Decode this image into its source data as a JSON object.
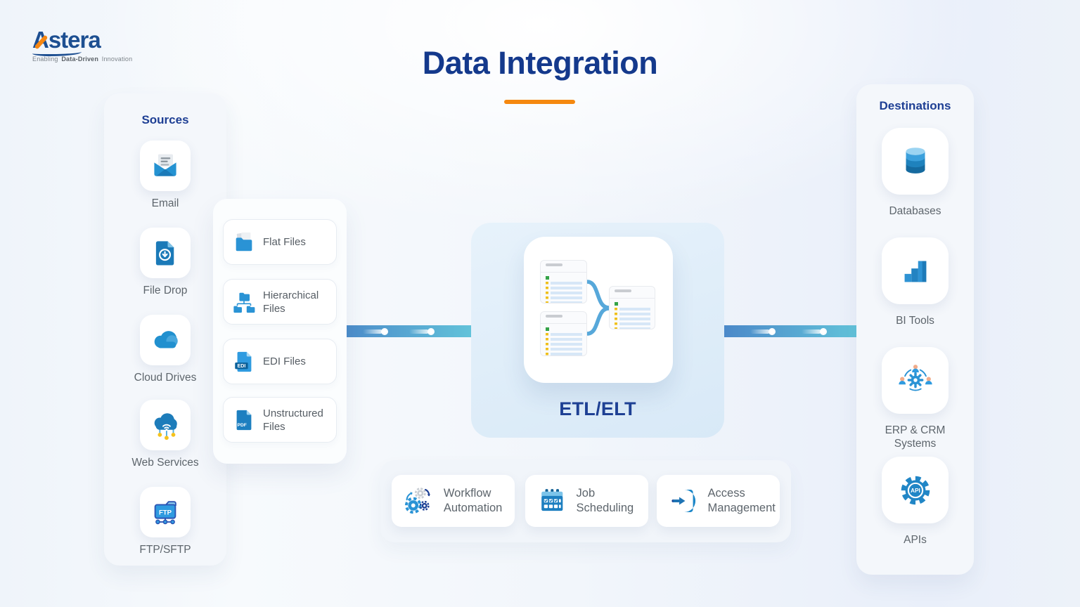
{
  "logo": {
    "name": "Astera",
    "tagline_pre": "Enabling",
    "tagline_bold": "Data-Driven",
    "tagline_post": "Innovation"
  },
  "header": {
    "title": "Data Integration"
  },
  "sources": {
    "title": "Sources",
    "items": [
      {
        "icon": "email-icon",
        "label": "Email"
      },
      {
        "icon": "file-drop-icon",
        "label": "File Drop"
      },
      {
        "icon": "cloud-drives-icon",
        "label": "Cloud Drives"
      },
      {
        "icon": "web-services-icon",
        "label": "Web Services"
      },
      {
        "icon": "ftp-sftp-icon",
        "label": "FTP/SFTP"
      }
    ]
  },
  "file_types": {
    "items": [
      {
        "icon": "flat-files-icon",
        "label": "Flat Files"
      },
      {
        "icon": "hierarchical-files-icon",
        "label": "Hierarchical Files"
      },
      {
        "icon": "edi-files-icon",
        "label": "EDI Files"
      },
      {
        "icon": "unstructured-files-icon",
        "label": "Unstructured Files"
      }
    ]
  },
  "etl": {
    "label": "ETL/ELT"
  },
  "operations": {
    "items": [
      {
        "icon": "workflow-automation-icon",
        "label": "Workflow Automation"
      },
      {
        "icon": "job-scheduling-icon",
        "label": "Job Scheduling"
      },
      {
        "icon": "access-management-icon",
        "label": "Access Management"
      }
    ]
  },
  "destinations": {
    "title": "Destinations",
    "items": [
      {
        "icon": "databases-icon",
        "label": "Databases"
      },
      {
        "icon": "bi-tools-icon",
        "label": "BI Tools"
      },
      {
        "icon": "erp-crm-icon",
        "label": "ERP & CRM Systems"
      },
      {
        "icon": "apis-icon",
        "label": "APIs"
      }
    ]
  },
  "icon_labels": {
    "ftp": "FTP",
    "edi": "EDI",
    "pdf": "PDF",
    "api": "API"
  },
  "colors": {
    "navy": "#1e3f94",
    "title_navy": "#14398c",
    "orange": "#f5880f",
    "blue": "#2a93d5",
    "dark_blue": "#1b7ab8",
    "label_grey": "#5d656c",
    "pipe_start": "#4a86c8",
    "pipe_end": "#63c4da",
    "etl_bg": "#dcebf8"
  }
}
